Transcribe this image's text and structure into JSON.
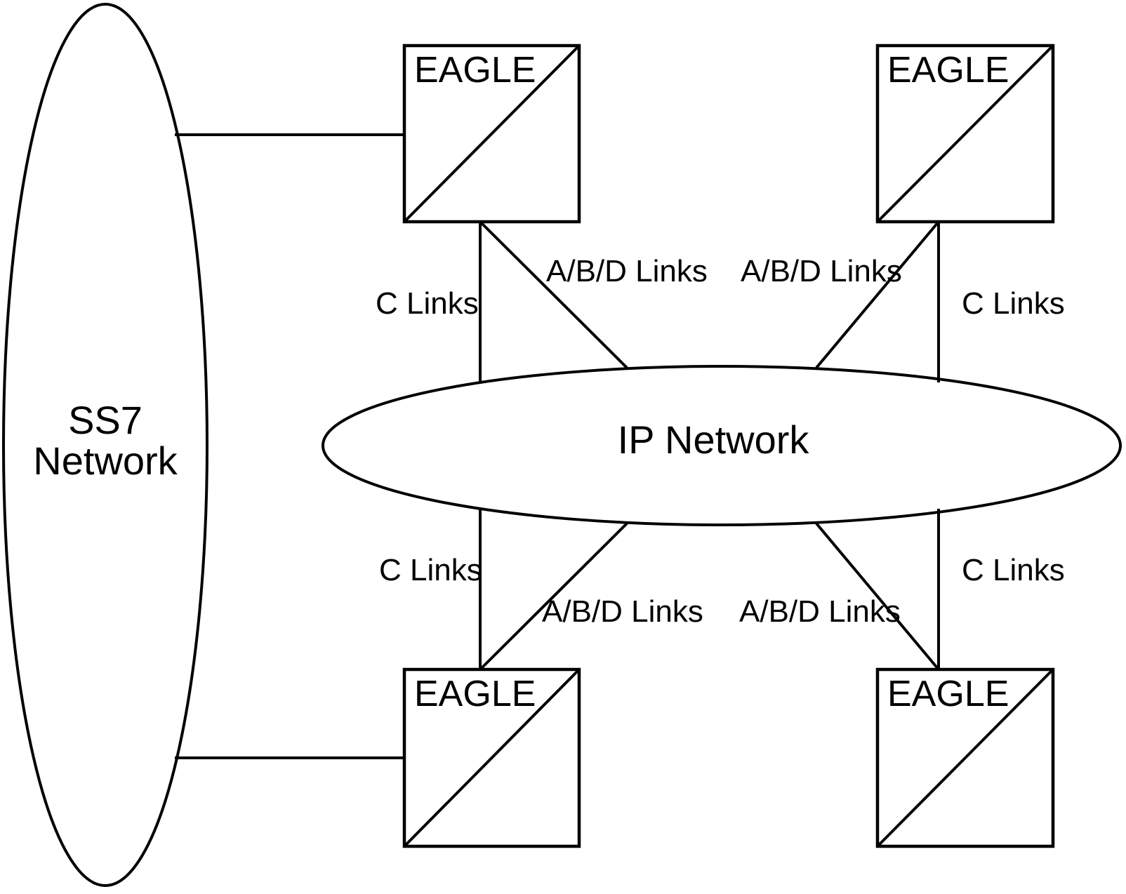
{
  "diagram": {
    "title": "EAGLE SS7 to IP Network Connectivity Diagram",
    "stroke_color": "#000000",
    "background_color": "#ffffff",
    "clouds": [
      {
        "id": "ss7-network",
        "label_line1": "SS7",
        "label_line2": "Network",
        "shape": "ellipse"
      },
      {
        "id": "ip-network",
        "label": "IP Network",
        "shape": "ellipse"
      }
    ],
    "nodes": [
      {
        "id": "eagle-top-left",
        "label": "EAGLE"
      },
      {
        "id": "eagle-top-right",
        "label": "EAGLE"
      },
      {
        "id": "eagle-bottom-left",
        "label": "EAGLE"
      },
      {
        "id": "eagle-bottom-right",
        "label": "EAGLE"
      }
    ],
    "link_labels": {
      "c_links": "C Links",
      "abd_links": "A/B/D Links"
    },
    "links": [
      {
        "id": "ss7-to-eagle-top-left",
        "type": "plain",
        "label": ""
      },
      {
        "id": "ss7-to-eagle-bottom-left",
        "type": "plain",
        "label": ""
      },
      {
        "id": "eagle-top-left-c",
        "type": "c",
        "label": "C Links"
      },
      {
        "id": "eagle-top-left-abd",
        "type": "abd",
        "label": "A/B/D Links"
      },
      {
        "id": "eagle-top-right-c",
        "type": "c",
        "label": "C Links"
      },
      {
        "id": "eagle-top-right-abd",
        "type": "abd",
        "label": "A/B/D Links"
      },
      {
        "id": "eagle-bottom-left-c",
        "type": "c",
        "label": "C Links"
      },
      {
        "id": "eagle-bottom-left-abd",
        "type": "abd",
        "label": "A/B/D Links"
      },
      {
        "id": "eagle-bottom-right-c",
        "type": "c",
        "label": "C Links"
      },
      {
        "id": "eagle-bottom-right-abd",
        "type": "abd",
        "label": "A/B/D Links"
      }
    ]
  }
}
